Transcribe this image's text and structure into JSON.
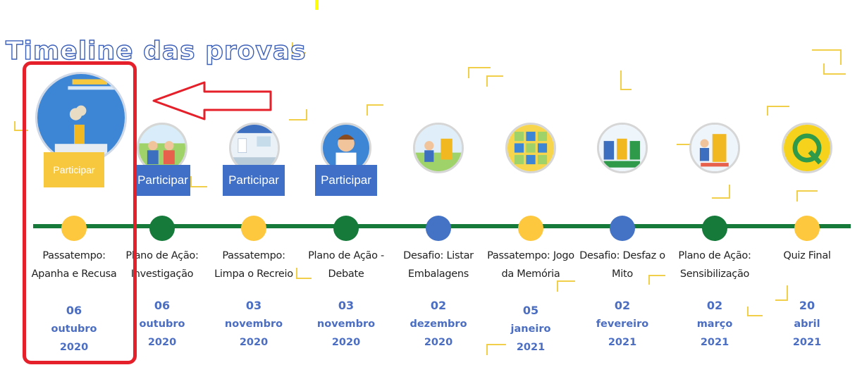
{
  "page": {
    "title": "Timeline das provas"
  },
  "colors": {
    "blue": "#4472c4",
    "yellow": "#fdc83e",
    "green": "#157a3a",
    "highlight": "#e5202a"
  },
  "events": [
    {
      "title": "Passatempo: Apanha e Recusa",
      "day": "06",
      "month": "outubro",
      "year": "2020",
      "dot_color": "yellow",
      "button": "Participar",
      "icon": "quiz-cloud-image"
    },
    {
      "title": "Plano de Ação: Investigação",
      "day": "06",
      "month": "outubro",
      "year": "2020",
      "dot_color": "green",
      "button": "Participar",
      "icon": "students-image"
    },
    {
      "title": "Passatempo: Limpa o Recreio",
      "day": "03",
      "month": "novembro",
      "year": "2020",
      "dot_color": "yellow",
      "button": "Participar",
      "icon": "schoolyard-image"
    },
    {
      "title": "Plano de Ação - Debate",
      "day": "03",
      "month": "novembro",
      "year": "2020",
      "dot_color": "green",
      "button": "Participar",
      "icon": "boy-image"
    },
    {
      "title": "Desafio: Listar Embalagens",
      "day": "02",
      "month": "dezembro",
      "year": "2020",
      "dot_color": "blue",
      "button": "",
      "icon": "recycling-bin-image"
    },
    {
      "title": "Passatempo: Jogo da Memória",
      "day": "05",
      "month": "janeiro",
      "year": "2021",
      "dot_color": "yellow",
      "button": "",
      "icon": "memory-game-image"
    },
    {
      "title": "Desafio: Desfaz o Mito",
      "day": "02",
      "month": "fevereiro",
      "year": "2021",
      "dot_color": "blue",
      "button": "",
      "icon": "bins-image"
    },
    {
      "title": "Plano de Ação: Sensibilização",
      "day": "02",
      "month": "março",
      "year": "2021",
      "dot_color": "green",
      "button": "",
      "icon": "kids-recycling-image"
    },
    {
      "title": "Quiz Final",
      "day": "20",
      "month": "abril",
      "year": "2021",
      "dot_color": "yellow",
      "button": "",
      "icon": "quiz-q-icon"
    }
  ]
}
